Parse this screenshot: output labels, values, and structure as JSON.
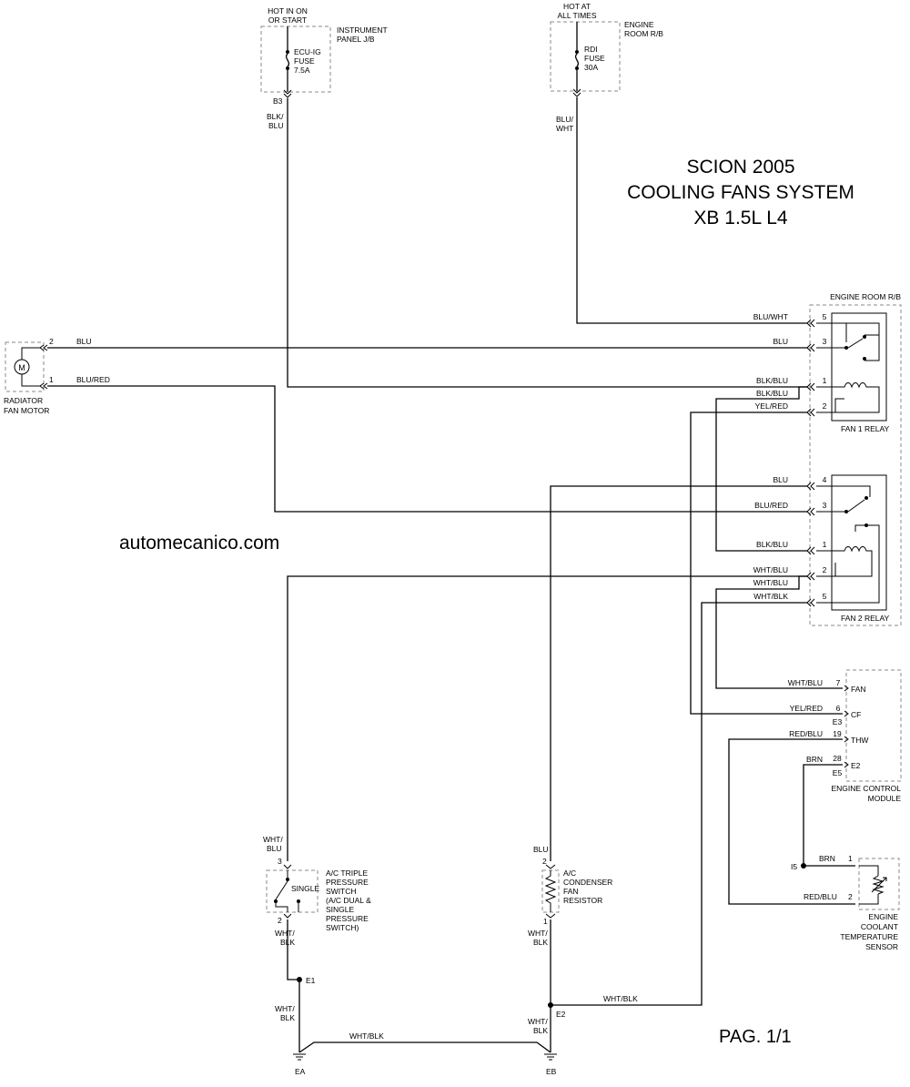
{
  "title": {
    "line1": "SCION 2005",
    "line2": "COOLING FANS SYSTEM",
    "line3": "XB 1.5L L4"
  },
  "watermark": "automecanico.com",
  "page": "PAG. 1/1",
  "power": {
    "hot_in_on_1": "HOT IN ON",
    "hot_in_on_2": "OR START",
    "hot_at_1": "HOT AT",
    "hot_at_2": "ALL TIMES",
    "ip_jb_1": "INSTRUMENT",
    "ip_jb_2": "PANEL J/B",
    "er_rb_1": "ENGINE",
    "er_rb_2": "ROOM R/B",
    "fuse1_1": "ECU-IG",
    "fuse1_2": "FUSE",
    "fuse1_3": "7.5A",
    "fuse2_1": "RDI",
    "fuse2_2": "FUSE",
    "fuse2_3": "30A",
    "b3": "B3",
    "w_blkblu_1": "BLK/",
    "w_blkblu_2": "BLU",
    "w_bluwht_1": "BLU/",
    "w_bluwht_2": "WHT"
  },
  "motor": {
    "label1": "RADIATOR",
    "label2": "FAN MOTOR",
    "symbol": "M",
    "pin2": "2",
    "pin1": "1",
    "wire2": "BLU",
    "wire1": "BLU/RED"
  },
  "relay_box": {
    "label": "ENGINE ROOM R/B",
    "fan1_label": "FAN 1 RELAY",
    "fan2_label": "FAN 2 RELAY",
    "fan1_pins": [
      {
        "wire": "BLU/WHT",
        "pin": "5"
      },
      {
        "wire": "BLU",
        "pin": "3"
      },
      {
        "wire": "BLK/BLU",
        "pin": "1"
      },
      {
        "wire": "BLK/BLU",
        "pin": ""
      },
      {
        "wire": "YEL/RED",
        "pin": "2"
      }
    ],
    "fan2_pins": [
      {
        "wire": "BLU",
        "pin": "4"
      },
      {
        "wire": "BLU/RED",
        "pin": "3"
      },
      {
        "wire": "BLK/BLU",
        "pin": "1"
      },
      {
        "wire": "WHT/BLU",
        "pin": "2"
      },
      {
        "wire": "WHT/BLU",
        "pin": ""
      },
      {
        "wire": "WHT/BLK",
        "pin": "5"
      }
    ]
  },
  "ecm": {
    "label1": "ENGINE CONTROL",
    "label2": "MODULE",
    "pins": [
      {
        "wire": "WHT/BLU",
        "pin": "7",
        "name": "FAN"
      },
      {
        "wire": "YEL/RED",
        "pin": "6",
        "name": "CF"
      },
      {
        "wire": "",
        "pin": "E3",
        "name": ""
      },
      {
        "wire": "RED/BLU",
        "pin": "19",
        "name": "THW"
      },
      {
        "wire": "BRN",
        "pin": "28",
        "name": "E2"
      },
      {
        "wire": "",
        "pin": "E5",
        "name": ""
      }
    ]
  },
  "ect": {
    "label1": "ENGINE",
    "label2": "COOLANT",
    "label3": "TEMPERATURE",
    "label4": "SENSOR",
    "i5": "I5",
    "w1": "BRN",
    "p1": "1",
    "w2": "RED/BLU",
    "p2": "2"
  },
  "ac_switch": {
    "l1": "A/C TRIPLE",
    "l2": "PRESSURE",
    "l3": "SWITCH",
    "l4": "(A/C DUAL &",
    "l5": "SINGLE",
    "l6": "PRESSURE",
    "l7": "SWITCH)",
    "single": "SINGLE",
    "top_w1": "WHT/",
    "top_w2": "BLU",
    "pin3": "3",
    "pin2": "2",
    "bot_w1": "WHT/",
    "bot_w2": "BLK"
  },
  "resistor": {
    "l1": "A/C",
    "l2": "CONDENSER",
    "l3": "FAN",
    "l4": "RESISTOR",
    "top_w": "BLU",
    "pin2": "2",
    "pin1": "1",
    "bot_w1": "WHT/",
    "bot_w2": "BLK"
  },
  "grounds": {
    "e1": "E1",
    "e2": "E2",
    "ea": "EA",
    "eb": "EB",
    "ea_w1": "WHT/",
    "ea_w2": "BLK",
    "eb_w1": "WHT/",
    "eb_w2": "BLK",
    "ea_eb_wire": "WHT/BLK",
    "e2_wire": "WHT/BLK"
  }
}
